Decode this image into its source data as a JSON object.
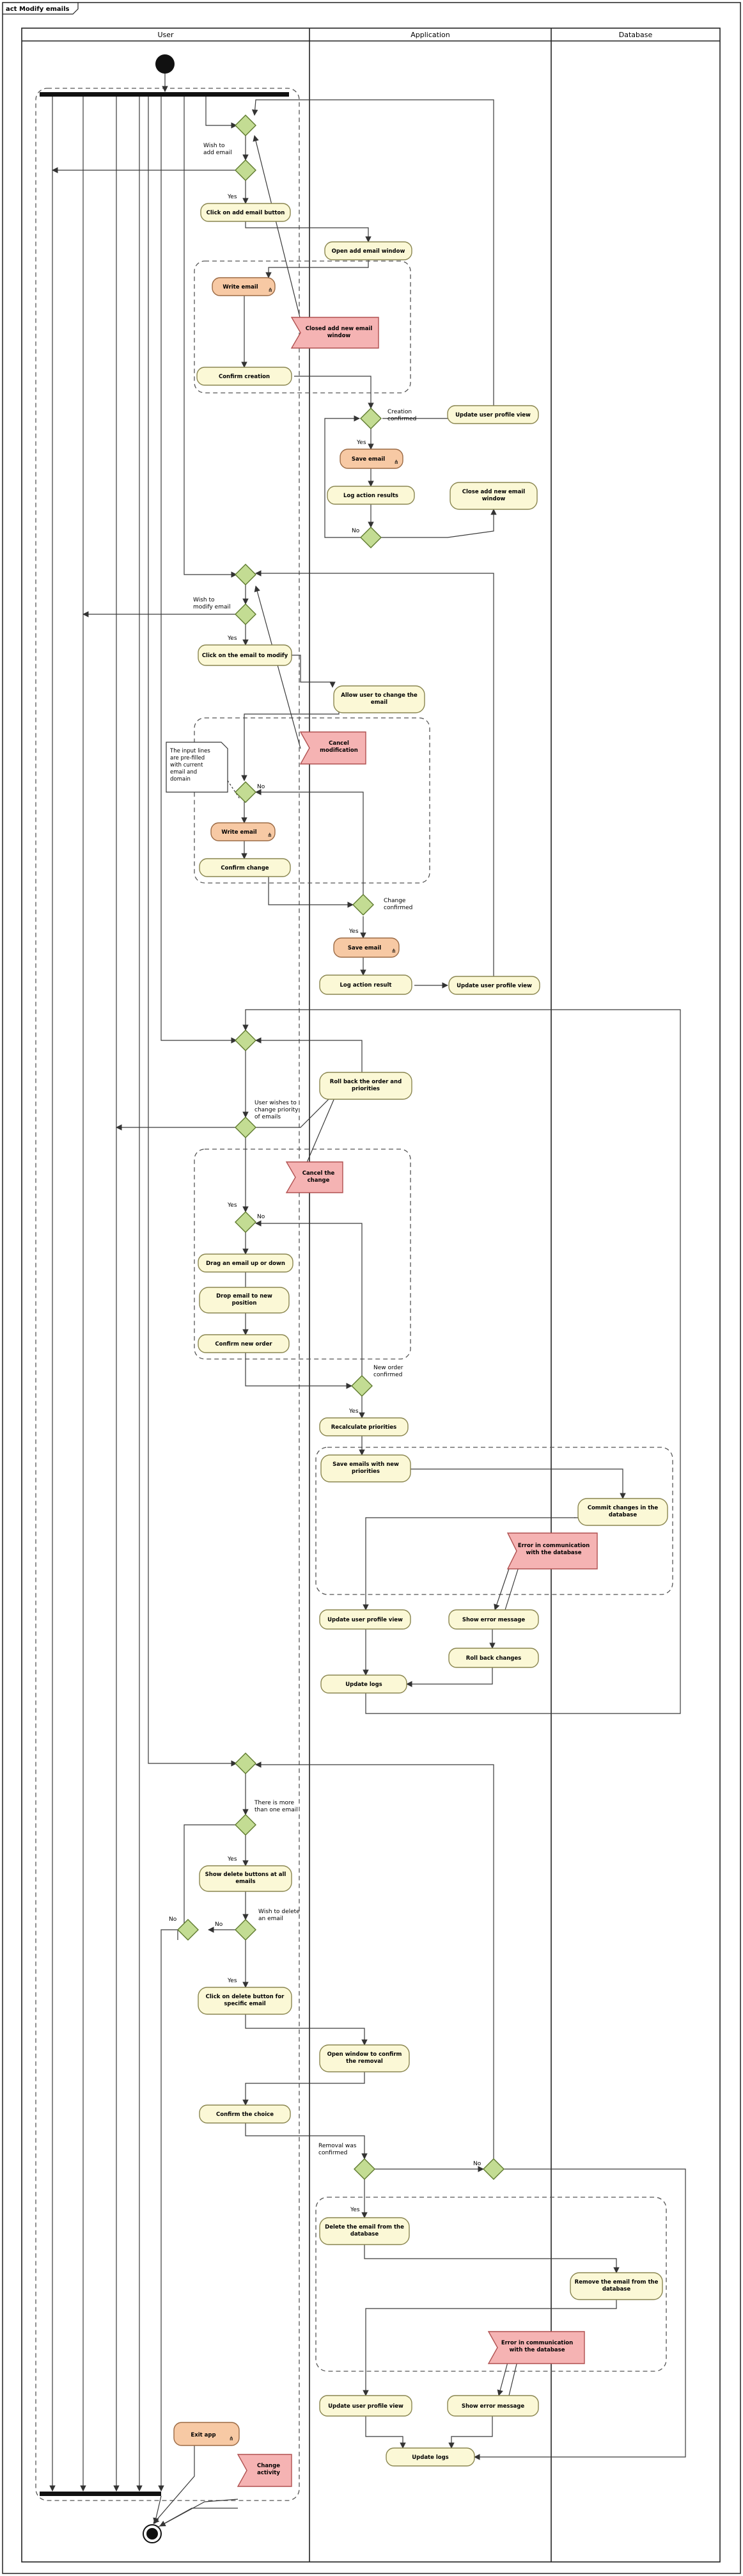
{
  "frame_title": "act Modify emails",
  "lanes": [
    "User",
    "Application",
    "Database"
  ],
  "section_add": {
    "guard_wish": "Wish to\nadd email",
    "yes": "Yes",
    "click_add": "Click on add email button",
    "open_window": "Open add email window",
    "write_email": "Write email",
    "closed_window": "Closed add new email\nwindow",
    "confirm_creation": "Confirm creation",
    "creation_confirmed": "Creation\nconfirmed",
    "update_profile": "Update user profile view",
    "save_email": "Save email",
    "log_results": "Log action results",
    "close_window": "Close add new email\nwindow",
    "no": "No"
  },
  "section_modify": {
    "guard_wish": "Wish to\nmodify email",
    "yes": "Yes",
    "click_modify": "Click on the email to modify",
    "allow_change": "Allow user to change the\nemail",
    "cancel_modification": "Cancel\nmodification",
    "note": "The input lines\nare pre-filled\nwith current\nemail and\ndomain",
    "no": "No",
    "write_email": "Write email",
    "confirm_change": "Confirm change",
    "change_confirmed": "Change\nconfirmed",
    "save_email": "Save email",
    "log_result": "Log action result",
    "update_profile": "Update user profile view"
  },
  "section_order": {
    "roll_back_order": "Roll back the order and\npriorities",
    "guard_wish": "User wishes to\nchange priority\nof emails",
    "cancel_change": "Cancel the\nchange",
    "yes": "Yes",
    "no": "No",
    "drag": "Drag an email up or down",
    "drop": "Drop email to new\nposition",
    "confirm_order": "Confirm new order",
    "order_confirmed": "New order\nconfirmed",
    "recalculate": "Recalculate priorities",
    "save_priorities": "Save emails with new\npriorities",
    "commit": "Commit changes in the\ndatabase",
    "db_error": "Error in communication\nwith the database",
    "update_profile": "Update user profile view",
    "show_error": "Show error message",
    "roll_back_changes": "Roll back changes",
    "update_logs": "Update logs"
  },
  "section_delete": {
    "guard_more": "There is more\nthan one email",
    "yes": "Yes",
    "show_delete": "Show delete buttons at all\nemails",
    "no": "No",
    "guard_wish": "Wish to delete\nan email",
    "click_delete": "Click on delete button for\nspecific email",
    "open_confirm": "Open window to confirm\nthe removal",
    "confirm_choice": "Confirm the choice",
    "removal_confirmed": "Removal was\nconfirmed",
    "delete_from_db": "Delete the email from the\ndatabase",
    "remove_from_db": "Remove the email from the\ndatabase",
    "db_error": "Error in communication\nwith the database",
    "update_profile": "Update user profile view",
    "show_error": "Show error message",
    "update_logs": "Update logs"
  },
  "section_end": {
    "exit_app": "Exit app",
    "change_activity": "Change\nactivity"
  },
  "colors": {
    "activity_fill": "#fbf8d6",
    "user_activity_fill": "#f7c9a4",
    "decision_fill": "#c3dc93",
    "signal_fill": "#f5b3b3"
  }
}
